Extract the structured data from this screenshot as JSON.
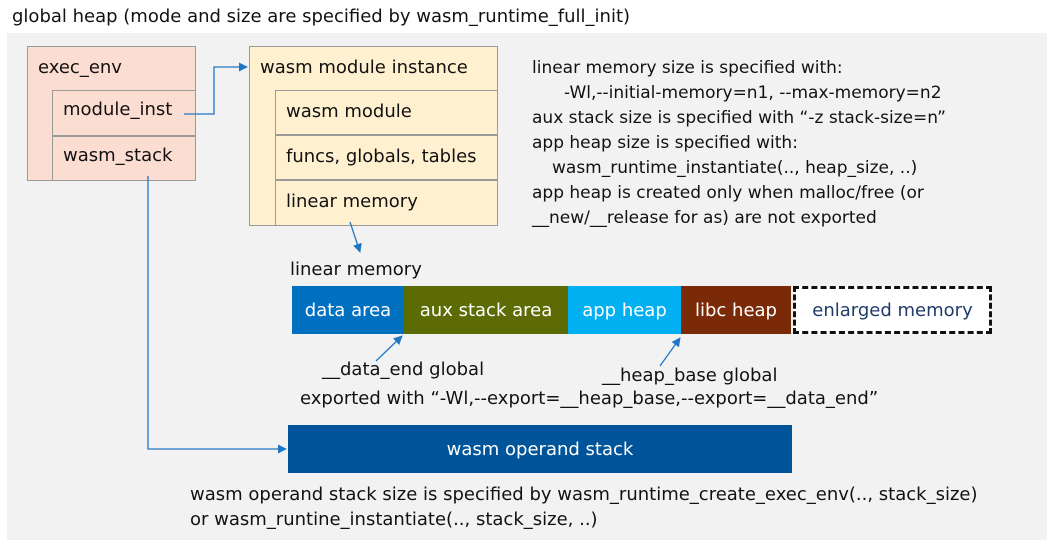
{
  "title": "global heap (mode and size are specified by wasm_runtime_full_init)",
  "exec_env": {
    "header": "exec_env",
    "fields": [
      "module_inst",
      "wasm_stack"
    ]
  },
  "module_instance": {
    "header": "wasm module instance",
    "fields": [
      "wasm module",
      "funcs, globals, tables",
      "linear memory"
    ]
  },
  "description": [
    "linear memory size is specified with:",
    "-Wl,--initial-memory=n1, --max-memory=n2",
    "aux stack size is specified with “-z stack-size=n”",
    "app heap size is specified with:",
    "wasm_runtime_instantiate(.., heap_size, ..)",
    "app heap is created only when malloc/free (or",
    "__new/__release for as) are not exported"
  ],
  "linear_memory": {
    "label": "linear memory",
    "segments": [
      {
        "label": "data area",
        "color": "#0070c0"
      },
      {
        "label": "aux stack area",
        "color": "#5d6b05"
      },
      {
        "label": "app heap",
        "color": "#00b0f0"
      },
      {
        "label": "libc heap",
        "color": "#7b2a08"
      },
      {
        "label": "enlarged memory",
        "color": "#ffffff",
        "text_color": "#1f3a6b",
        "dashed": true
      }
    ]
  },
  "annotations": {
    "data_end": "__data_end global",
    "heap_base": "__heap_base global",
    "export_note": "exported with “-Wl,--export=__heap_base,--export=__data_end”"
  },
  "operand_stack": {
    "label": "wasm operand stack",
    "color": "#00559a"
  },
  "footer": [
    "wasm operand stack size is specified by wasm_runtime_create_exec_env(.., stack_size)",
    "or wasm_runtine_instantiate(.., stack_size, ..)"
  ],
  "colors": {
    "exec_env_fill": "#fcddd1",
    "module_instance_fill": "#fff1cf",
    "arrow": "#1f77c4",
    "heap_background": "#f2f2f2"
  }
}
